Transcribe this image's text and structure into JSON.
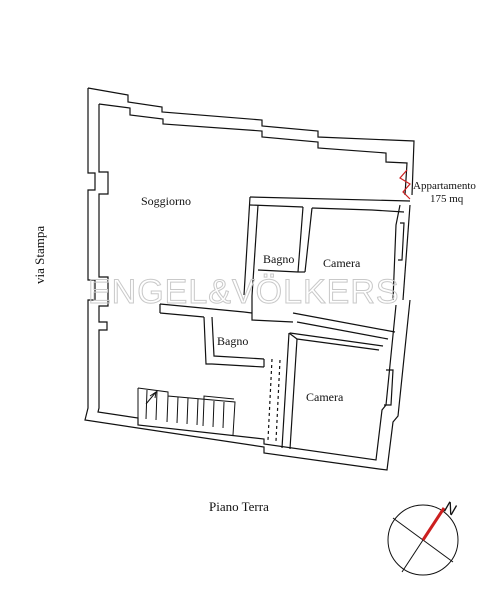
{
  "plan": {
    "street_label": "via Stampa",
    "floor_label": "Piano Terra",
    "apartment_label_line1": "Appartamento",
    "apartment_label_line2": "175 mq",
    "rooms": {
      "soggiorno": "Soggiorno",
      "bagno_upper": "Bagno",
      "camera_upper": "Camera",
      "bagno_lower": "Bagno",
      "camera_lower": "Camera"
    },
    "watermark": "ENGEL&VÖLKERS"
  },
  "compass": {
    "north_letter": "N",
    "needle_color": "#cc1f1f"
  }
}
